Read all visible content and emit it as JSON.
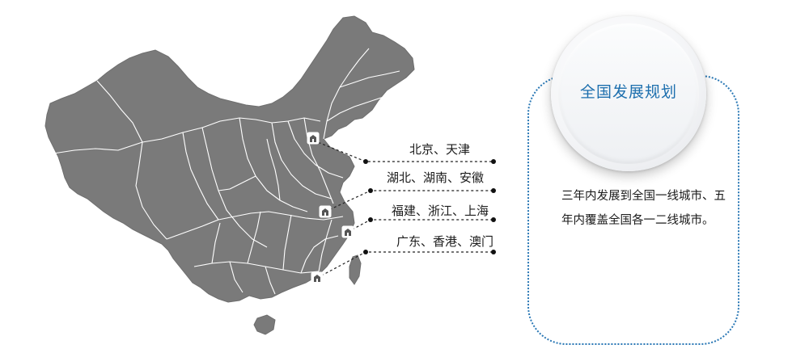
{
  "map": {
    "fill_color": "#7a7a7a",
    "border_color": "#ffffff",
    "leader_color": "#222222",
    "marker_icon": "building-marker-icon"
  },
  "regions": [
    {
      "label": "北京、天津"
    },
    {
      "label": "湖北、湖南、安徽"
    },
    {
      "label": "福建、浙江、上海"
    },
    {
      "label": "广东、香港、澳门"
    }
  ],
  "plan": {
    "title": "全国发展规划",
    "body": "三年内发展到全国一线城市、五年内覆盖全国各一二线城市。",
    "accent_color": "#1d6fae",
    "frame_color": "#2a78b5"
  }
}
